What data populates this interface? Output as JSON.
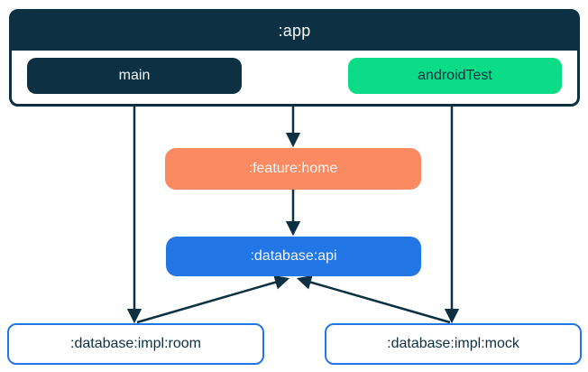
{
  "app": {
    "label": ":app",
    "source_sets": [
      {
        "id": "main",
        "label": "main"
      },
      {
        "id": "androidTest",
        "label": "androidTest"
      }
    ]
  },
  "modules": [
    {
      "id": "feature-home",
      "label": ":feature:home"
    },
    {
      "id": "database-api",
      "label": ":database:api"
    },
    {
      "id": "database-impl-room",
      "label": ":database:impl:room"
    },
    {
      "id": "database-impl-mock",
      "label": ":database:impl:mock"
    }
  ],
  "edges": [
    {
      "from": "main",
      "to": ":database:impl:room"
    },
    {
      "from": ":app",
      "to": ":feature:home"
    },
    {
      "from": "androidTest",
      "to": ":database:impl:mock"
    },
    {
      "from": ":feature:home",
      "to": ":database:api"
    },
    {
      "from": ":database:impl:room",
      "to": ":database:api"
    },
    {
      "from": ":database:impl:mock",
      "to": ":database:api"
    }
  ],
  "colors": {
    "navy": "#0d3142",
    "green": "#0bdc87",
    "orange": "#fb8a63",
    "blue": "#2376e5",
    "node_background": "#ffffff"
  }
}
